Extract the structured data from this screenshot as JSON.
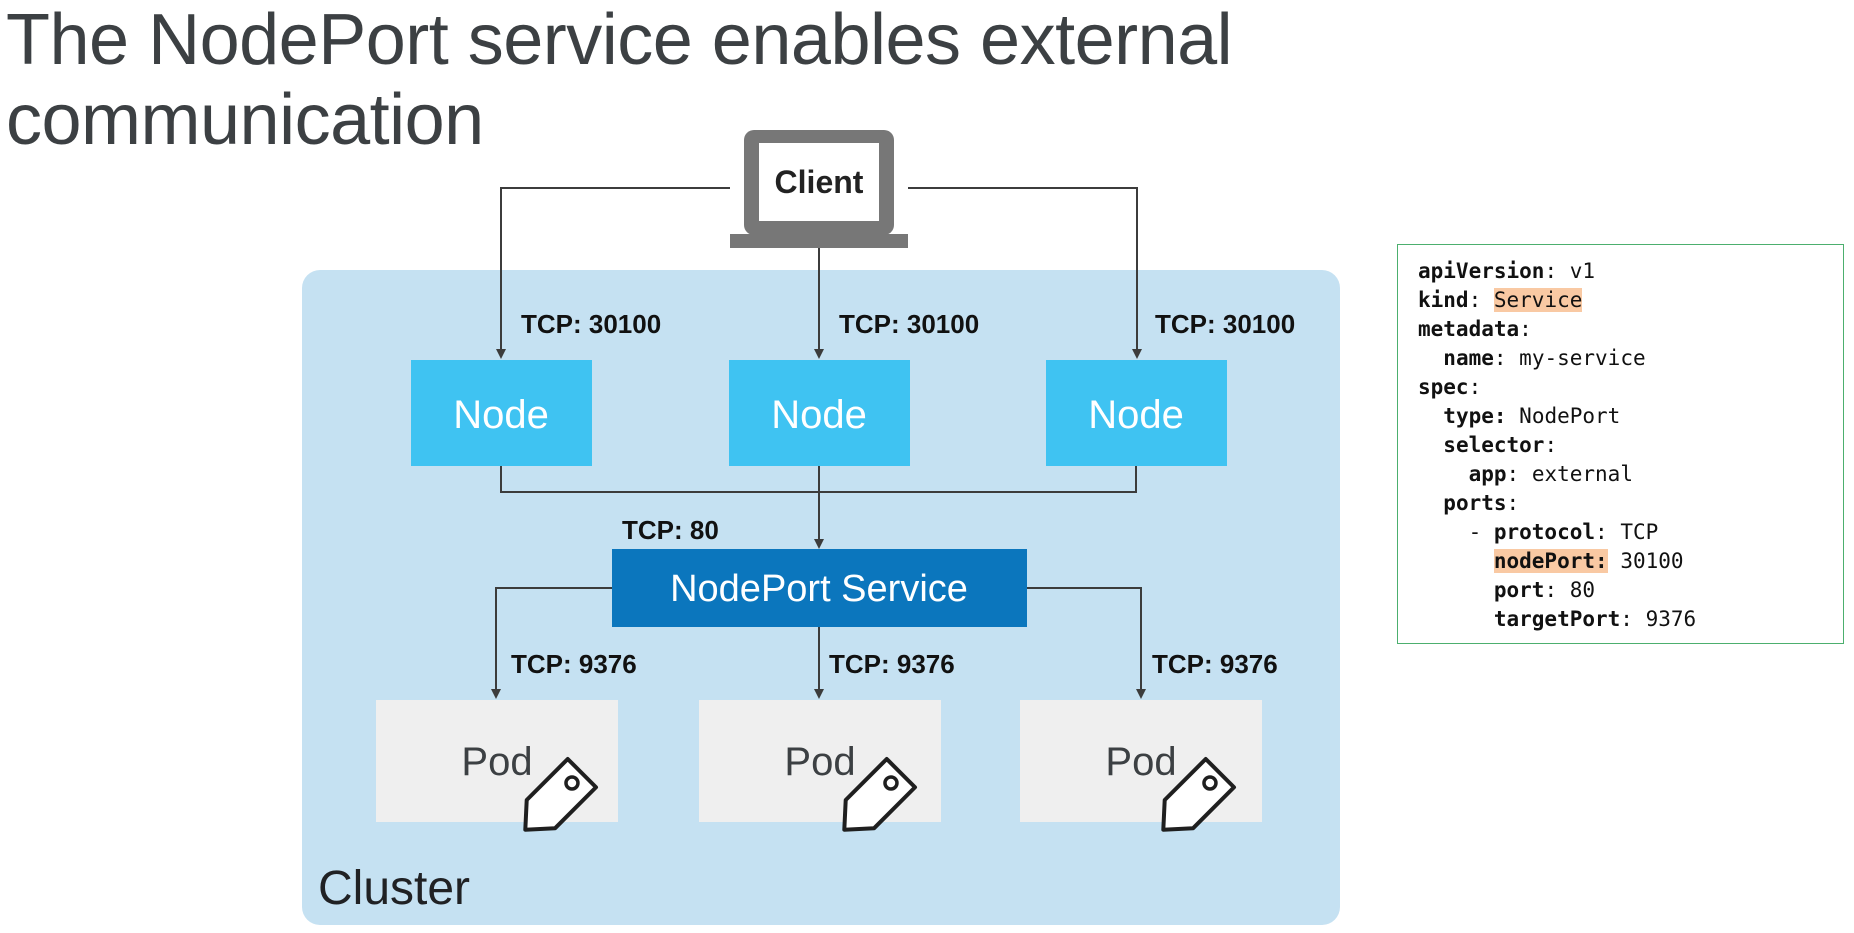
{
  "title": "The NodePort service enables external communication",
  "client": {
    "label": "Client"
  },
  "cluster": {
    "label": "Cluster",
    "fill": "#c5e1f2"
  },
  "colors": {
    "node": "#3fc3f2",
    "service": "#0b76bd",
    "pod": "#efefef",
    "arrow": "#3c3c3c",
    "highlight": "#f9c9a3",
    "panel_border": "#4caf6e"
  },
  "nodes": [
    {
      "label": "Node",
      "port_label": "TCP: 30100"
    },
    {
      "label": "Node",
      "port_label": "TCP: 30100"
    },
    {
      "label": "Node",
      "port_label": "TCP: 30100"
    }
  ],
  "service": {
    "label": "NodePort Service",
    "port_label": "TCP: 80"
  },
  "pods": [
    {
      "label": "Pod",
      "port_label": "TCP: 9376",
      "icon": "tag-icon"
    },
    {
      "label": "Pod",
      "port_label": "TCP: 9376",
      "icon": "tag-icon"
    },
    {
      "label": "Pod",
      "port_label": "TCP: 9376",
      "icon": "tag-icon"
    }
  ],
  "yaml": {
    "apiVersion_key": "apiVersion",
    "apiVersion_val": "v1",
    "kind_key": "kind",
    "kind_val": "Service",
    "metadata_key": "metadata",
    "name_key": "name",
    "name_val": "my-service",
    "spec_key": "spec",
    "type_key": "type:",
    "type_val": "NodePort",
    "selector_key": "selector",
    "app_key": "app",
    "app_val": "external",
    "ports_key": "ports",
    "protocol_key": "protocol",
    "protocol_val": "TCP",
    "nodePort_key": "nodePort:",
    "nodePort_val": "30100",
    "port_key": "port",
    "port_val": "80",
    "targetPort_key": "targetPort",
    "targetPort_val": "9376"
  }
}
